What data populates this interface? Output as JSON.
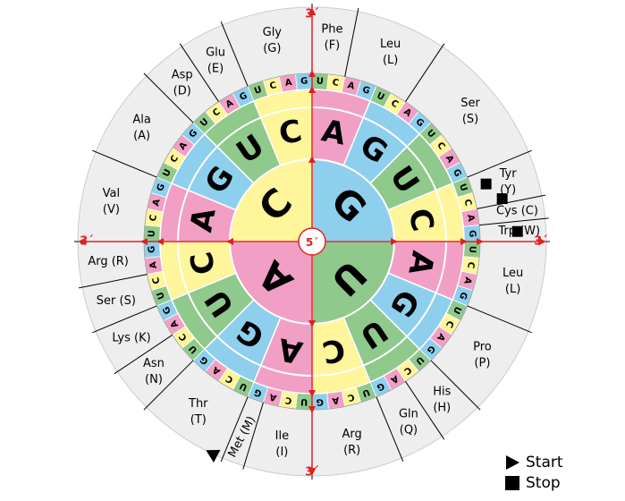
{
  "colors": {
    "A": "#f29fc5",
    "C": "#fff59a",
    "G": "#8ecfee",
    "U": "#8fc98c",
    "outer_ring": "#eeeeee",
    "axis": "#e02020",
    "border": "#000000"
  },
  "axis_labels": {
    "top": "3´",
    "bottom": "3´",
    "left": "3´",
    "right": "3´",
    "center": "5´"
  },
  "ring1": [
    "G",
    "U",
    "A",
    "C"
  ],
  "ring2": [
    "A",
    "G",
    "U",
    "C",
    "A",
    "G",
    "U",
    "C",
    "A",
    "G",
    "U",
    "C",
    "A",
    "G",
    "U",
    "C"
  ],
  "ring3": [
    "U",
    "C",
    "A",
    "G",
    "U",
    "C",
    "A",
    "G",
    "U",
    "C",
    "A",
    "G",
    "U",
    "C",
    "A",
    "G",
    "U",
    "C",
    "A",
    "G",
    "U",
    "C",
    "A",
    "G",
    "U",
    "C",
    "A",
    "G",
    "U",
    "C",
    "A",
    "G",
    "U",
    "C",
    "A",
    "G",
    "U",
    "C",
    "A",
    "G",
    "U",
    "C",
    "A",
    "G",
    "U",
    "C",
    "A",
    "G",
    "U",
    "C",
    "A",
    "G",
    "U",
    "C",
    "A",
    "G",
    "U",
    "C",
    "A",
    "G",
    "U",
    "C",
    "A",
    "G"
  ],
  "amino_acids": [
    {
      "name": "Phe",
      "abbr": "(F)"
    },
    {
      "name": "Leu",
      "abbr": "(L)"
    },
    {
      "name": "Ser",
      "abbr": "(S)"
    },
    {
      "name": "Tyr",
      "abbr": "(Y)"
    },
    {
      "name": "Cys (C)",
      "abbr": ""
    },
    {
      "name": "Trp (W)",
      "abbr": ""
    },
    {
      "name": "Leu",
      "abbr": "(L)"
    },
    {
      "name": "Pro",
      "abbr": "(P)"
    },
    {
      "name": "His",
      "abbr": "(H)"
    },
    {
      "name": "Gln",
      "abbr": "(Q)"
    },
    {
      "name": "Arg",
      "abbr": "(R)"
    },
    {
      "name": "Ile",
      "abbr": "(I)"
    },
    {
      "name": "Met (M)",
      "abbr": ""
    },
    {
      "name": "Thr",
      "abbr": "(T)"
    },
    {
      "name": "Asn",
      "abbr": "(N)"
    },
    {
      "name": "Lys (K)",
      "abbr": ""
    },
    {
      "name": "Ser (S)",
      "abbr": ""
    },
    {
      "name": "Arg (R)",
      "abbr": ""
    },
    {
      "name": "Val",
      "abbr": "(V)"
    },
    {
      "name": "Ala",
      "abbr": "(A)"
    },
    {
      "name": "Asp",
      "abbr": "(D)"
    },
    {
      "name": "Glu",
      "abbr": "(E)"
    },
    {
      "name": "Gly",
      "abbr": "(G)"
    }
  ],
  "legend": {
    "start": "Start",
    "stop": "Stop"
  }
}
